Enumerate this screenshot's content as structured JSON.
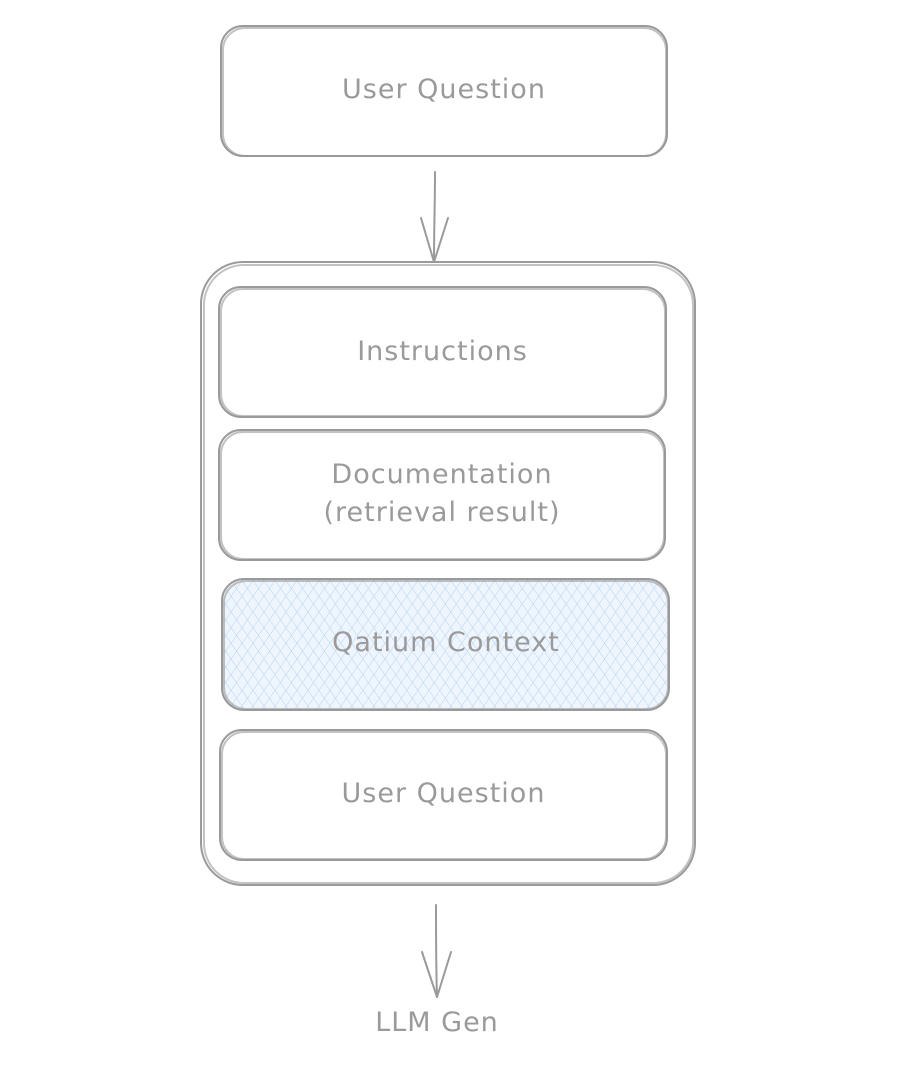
{
  "nodes": {
    "user_question_top": "User Question",
    "instructions": "Instructions",
    "documentation_line1": "Documentation",
    "documentation_line2": "(retrieval result)",
    "qatium_context": "Qatium Context",
    "user_question_inner": "User Question",
    "llm_gen": "LLM Gen"
  },
  "colors": {
    "stroke": "#9a9a9a",
    "text": "#9a9a9a",
    "highlight_fill": "#e3effa",
    "hatch": "#a9cbee"
  }
}
